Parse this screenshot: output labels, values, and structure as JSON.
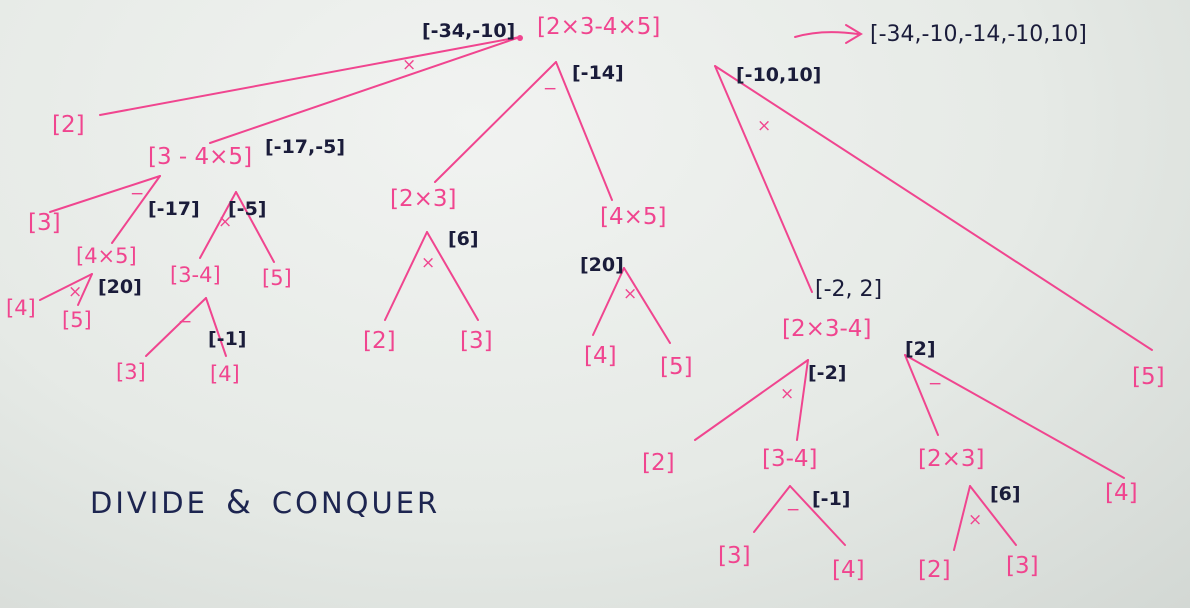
{
  "title": {
    "left": "DIVIDE",
    "amp": "&",
    "right": "CONQUER"
  },
  "arrow_result": "[-34,-10,-14,-10,10]",
  "nodes": {
    "root": "[2×3-4×5]",
    "l_two": "[2]",
    "l_expr": "[3 - 4×5]",
    "l_three": "[3]",
    "l_4x5": "[4×5]",
    "l_4": "[4]",
    "l_5": "[5]",
    "l_3m4": "[3-4]",
    "l_5b": "[5]",
    "l_3b": "[3]",
    "l_4b": "[4]",
    "m_2x3": "[2×3]",
    "m_4x5": "[4×5]",
    "m_2": "[2]",
    "m_3": "[3]",
    "m_4": "[4]",
    "m_5": "[5]",
    "r_2x3m4": "[2×3-4]",
    "r_5": "[5]",
    "r_2": "[2]",
    "r_3m4": "[3-4]",
    "r_2x3": "[2×3]",
    "r_4": "[4]",
    "r_3": "[3]",
    "r_4b": "[4]",
    "r_2b": "[2]",
    "r_3b": "[3]"
  },
  "results": {
    "root": "[-34,-10]",
    "minus_root": "[-14]",
    "times_root": "[-10,10]",
    "l_expr": "[-17,-5]",
    "l_minus": "[-17]",
    "l_times": "[-5]",
    "l_4x5": "[20]",
    "l_3m4": "[-1]",
    "m_2x3": "[6]",
    "m_4x5": "[20]",
    "r_2x3m4": "[-2, 2]",
    "r_times": "[-2]",
    "r_minus": "[2]",
    "r_3m4": "[-1]",
    "r_2x3": "[6]"
  },
  "operators": {
    "root_times_left": "×",
    "root_minus": "−",
    "root_times_right": "×",
    "l_minus": "−",
    "l_times": "×",
    "l_4x5": "×",
    "l_3m4": "−",
    "m_2x3": "×",
    "m_4x5": "×",
    "r_times": "×",
    "r_minus": "−",
    "r_3m4": "−",
    "r_2x3": "×"
  },
  "colors": {
    "ink_pink": "#f0458f",
    "ink_black": "#1a1c3a",
    "paper": "#e8ebe8"
  }
}
